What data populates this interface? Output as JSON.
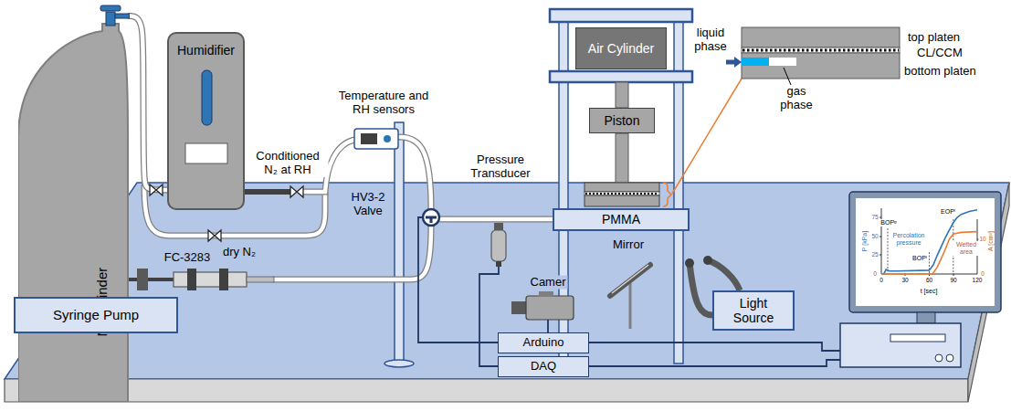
{
  "diagram": {
    "nodes": [
      {
        "text": [
          "N₂ Cylinder"
        ]
      },
      {
        "text": [
          "Humidifier"
        ]
      },
      {
        "text": [
          "Air Cylinder"
        ]
      },
      {
        "text": [
          "Piston"
        ]
      },
      {
        "text": [
          "PMMA"
        ]
      },
      {
        "text": [
          "Syringe Pump"
        ]
      },
      {
        "text": [
          "Arduino"
        ]
      },
      {
        "text": [
          "DAQ"
        ]
      },
      {
        "text": [
          "Light Source"
        ]
      }
    ],
    "edges": [
      {
        "from": 0,
        "to": 1,
        "arrow": "none"
      }
    ],
    "labels": [
      "Temperature and RH sensors",
      "Conditioned N₂ at RH",
      "dry N₂",
      "HV3-2 Valve",
      "Pressure Transducer",
      "FC-3283",
      "Camer",
      "Mirror",
      "liquid phase",
      "gas phase",
      "top platen",
      "CL/CCM",
      "bottom platen",
      "P [kPa]",
      "A [cm²]",
      "0",
      "25",
      "50",
      "75",
      "0",
      "10",
      "0",
      "30",
      "60",
      "90",
      "120",
      "t [sec]",
      "BOPᵍ",
      "BOPˡ",
      "EOPˡ",
      "Percolation pressure",
      "Wetted area"
    ]
  }
}
